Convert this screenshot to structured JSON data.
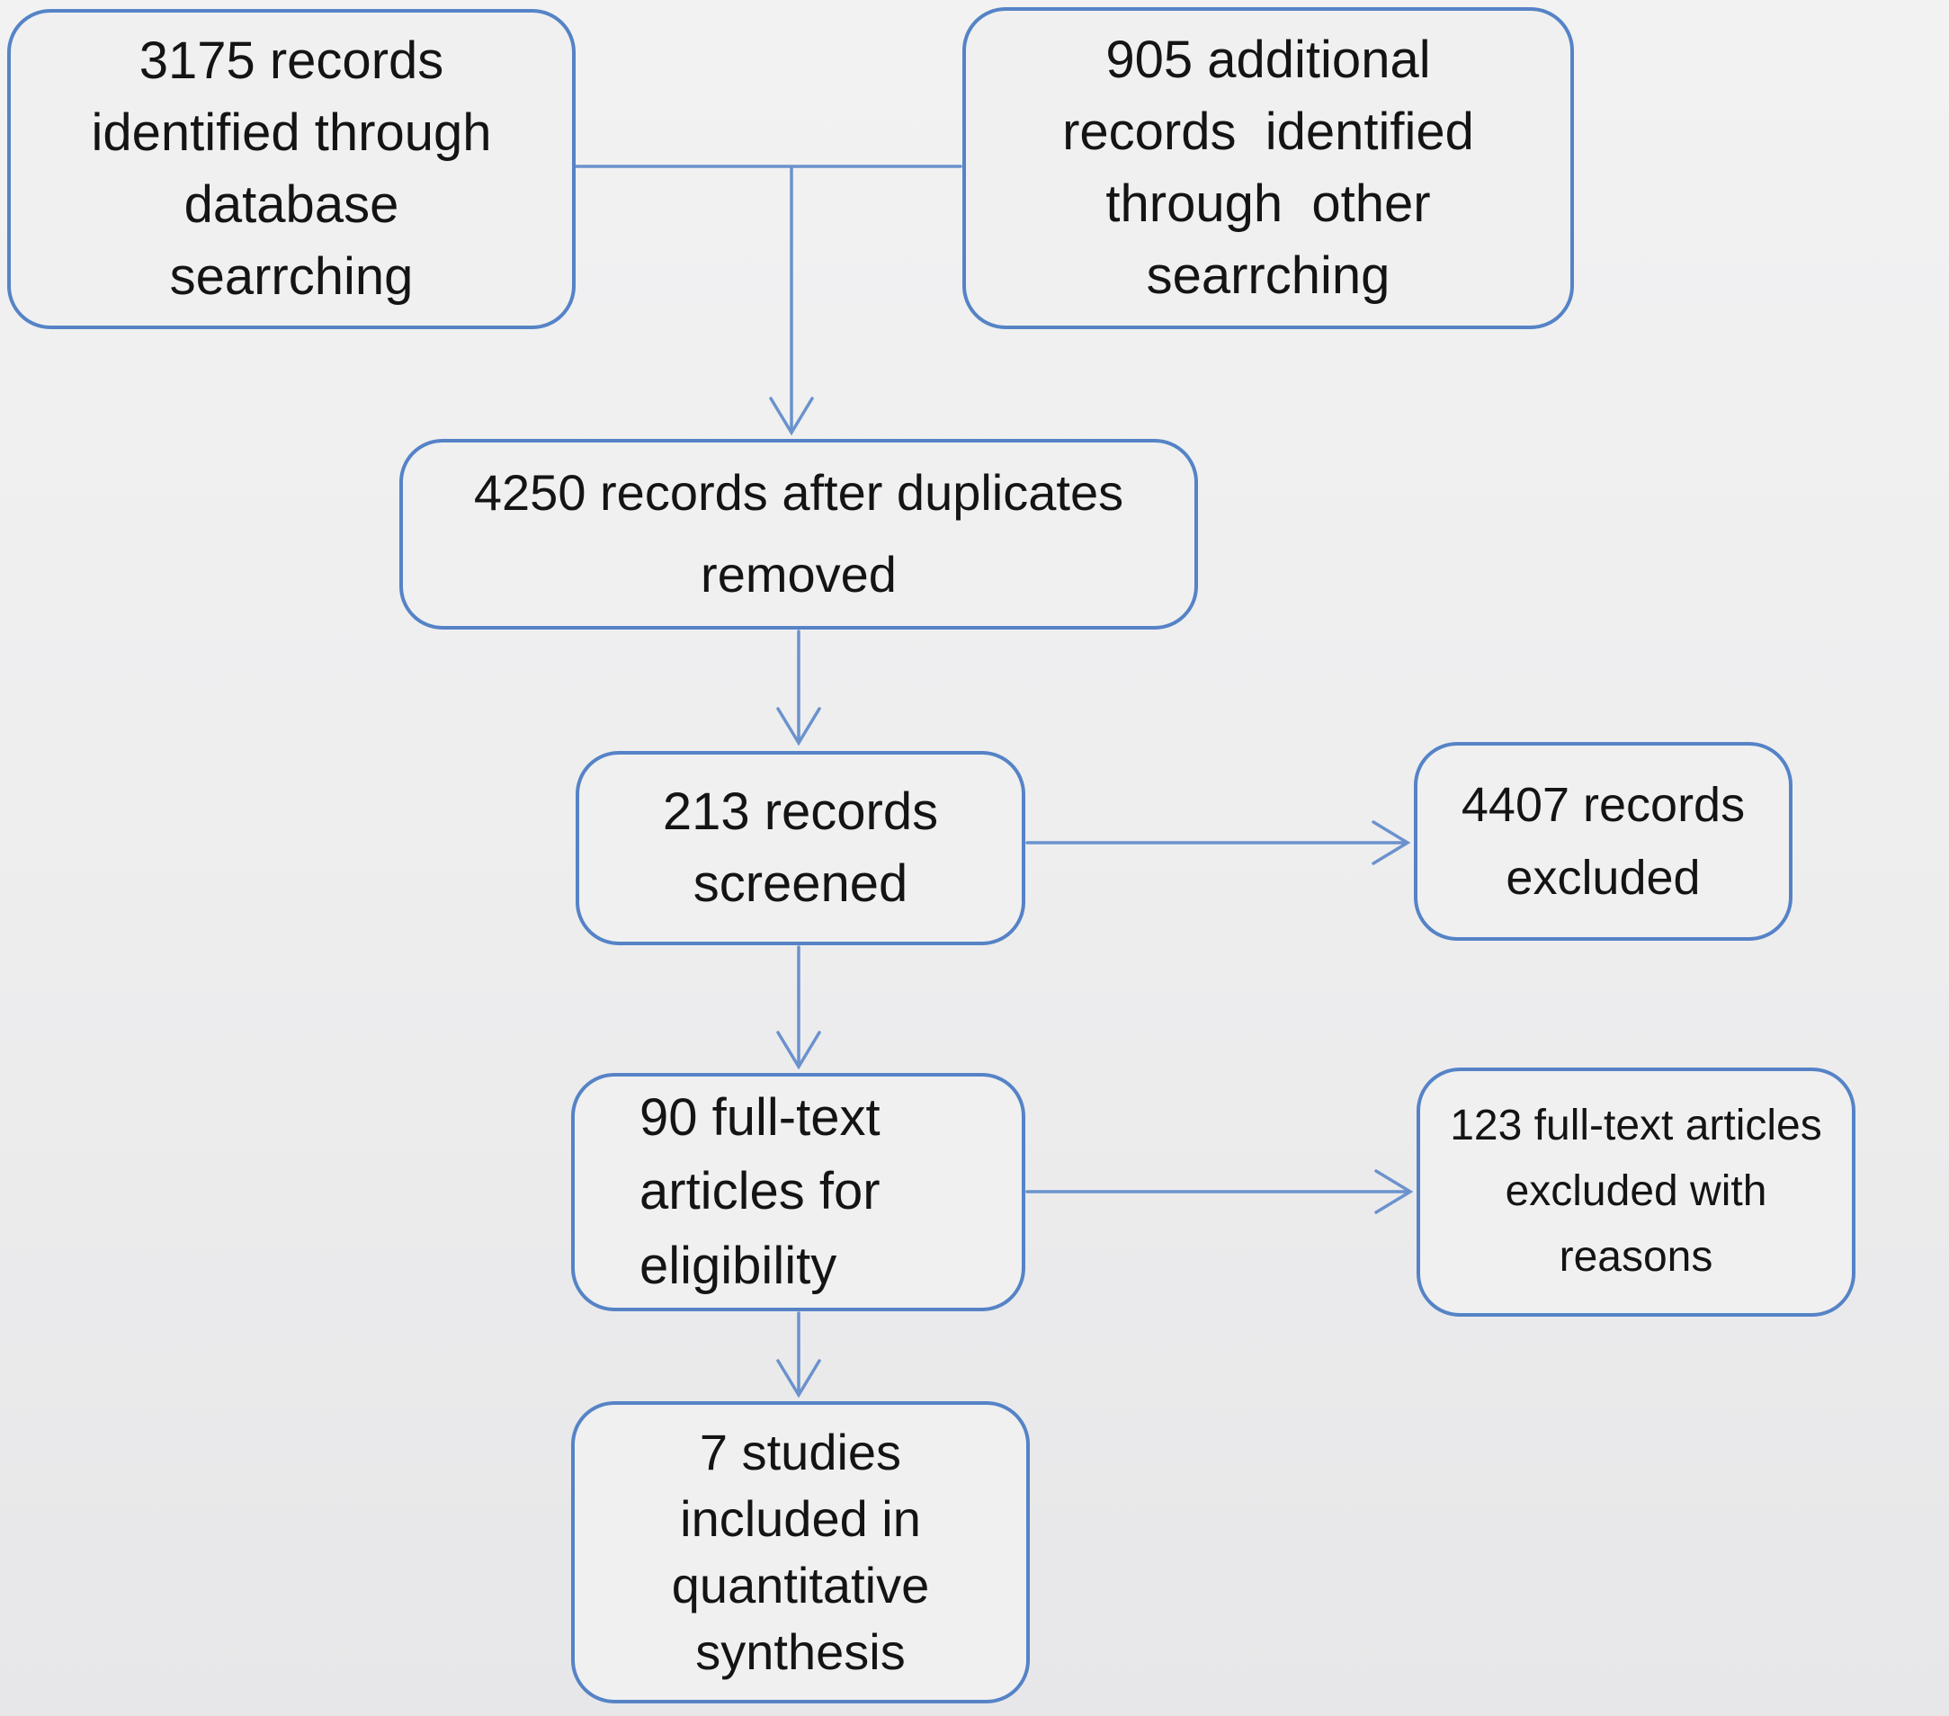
{
  "diagram": {
    "type": "flowchart",
    "nodes": {
      "identified_database": {
        "text": "3175 records\nidentified through\ndatabase\nsearrching"
      },
      "identified_other": {
        "text": "905 additional\nrecords  identified\nthrough  other\nsearrching"
      },
      "after_duplicates": {
        "text": "4250 records after duplicates\nremoved"
      },
      "records_screened": {
        "text": "213 records\nscreened"
      },
      "records_excluded": {
        "text": "4407 records\nexcluded"
      },
      "fulltext_assessed": {
        "text": "90 full-text\narticles for\neligibility"
      },
      "fulltext_excluded": {
        "text": "123 full-text articles\nexcluded with\nreasons"
      },
      "included_quantitative": {
        "text": "7 studies\nincluded in\nquantitative\nsynthesis"
      }
    },
    "edges": [
      "identified_database + identified_other -> after_duplicates",
      "after_duplicates -> records_screened",
      "records_screened -> records_excluded",
      "records_screened -> fulltext_assessed",
      "fulltext_assessed -> fulltext_excluded",
      "fulltext_assessed -> included_quantitative"
    ],
    "colors": {
      "box_border": "#5583c6",
      "connector_line": "#6b92cd",
      "box_fill": "#f0f0f1",
      "background": "#ededee",
      "text": "#141414"
    }
  }
}
